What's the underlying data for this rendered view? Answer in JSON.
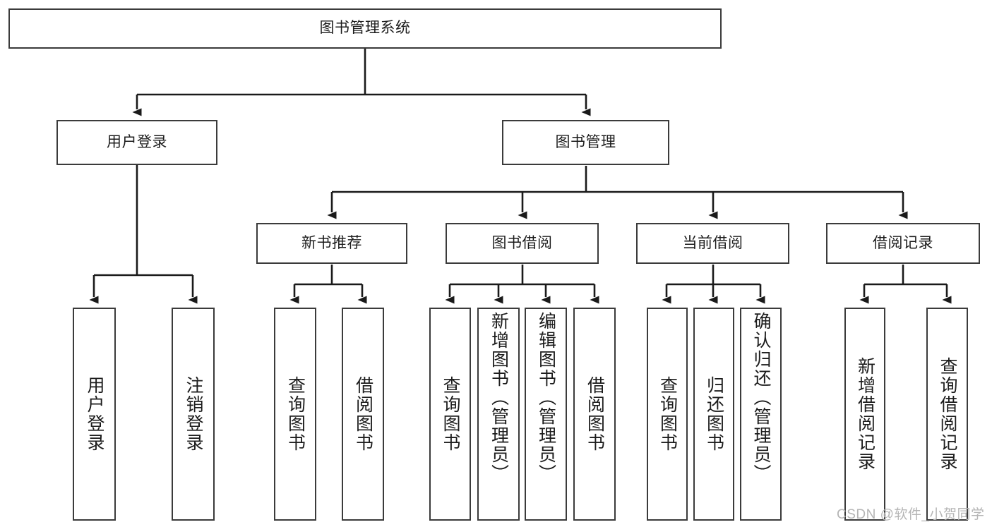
{
  "diagram": {
    "title": "图书管理系统",
    "type": "tree-hierarchy-diagram",
    "colors": {
      "box_border": "#3b3b3b",
      "box_fill": "#ffffff",
      "connector": "#1a1a1a",
      "text": "#1c1c1c",
      "watermark": "#b5b5b5"
    },
    "root": {
      "label": "图书管理系统"
    },
    "level1": [
      {
        "label": "用户登录"
      },
      {
        "label": "图书管理"
      }
    ],
    "level2": [
      {
        "label": "新书推荐"
      },
      {
        "label": "图书借阅"
      },
      {
        "label": "当前借阅"
      },
      {
        "label": "借阅记录"
      }
    ],
    "leaves": {
      "user_login": [
        {
          "label": "用户登录"
        },
        {
          "label": "注销登录"
        }
      ],
      "new_book_recommend": [
        {
          "label": "查询图书"
        },
        {
          "label": "借阅图书"
        }
      ],
      "book_borrow": [
        {
          "label": "查询图书"
        },
        {
          "label": "新增图书（管理员）"
        },
        {
          "label": "编辑图书（管理员）"
        },
        {
          "label": "借阅图书"
        }
      ],
      "current_borrow": [
        {
          "label": "查询图书"
        },
        {
          "label": "归还图书"
        },
        {
          "label": "确认归还（管理员）"
        }
      ],
      "borrow_record": [
        {
          "label": "新增借阅记录"
        },
        {
          "label": "查询借阅记录"
        }
      ]
    }
  },
  "watermark": {
    "text": "CSDN @软件_小贺同学"
  }
}
